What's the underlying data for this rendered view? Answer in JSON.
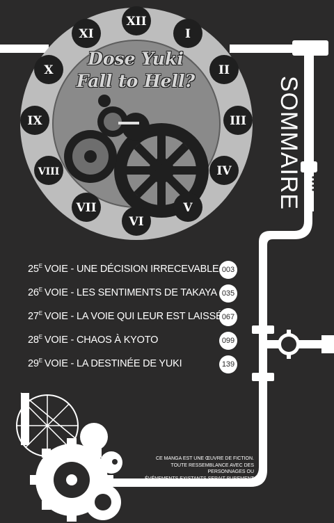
{
  "cover": {
    "title_line1": "Dose Yuki",
    "title_line2": "Fall to Hell?",
    "clock_numerals": [
      "XII",
      "I",
      "II",
      "III",
      "IV",
      "V",
      "VI",
      "VII",
      "VIII",
      "IX",
      "X",
      "XI"
    ]
  },
  "heading": "SOMMAIRE",
  "toc": [
    {
      "num": "25",
      "sup": "E",
      "text": "VOIE - UNE DÉCISION IRRECEVABLE",
      "page": "003"
    },
    {
      "num": "26",
      "sup": "E",
      "text": "VOIE - LES SENTIMENTS DE TAKAYA",
      "page": "035"
    },
    {
      "num": "27",
      "sup": "E",
      "text": "VOIE - LA VOIE QUI LEUR EST LAISSÉE",
      "page": "067"
    },
    {
      "num": "28",
      "sup": "E",
      "text": "VOIE - CHAOS À KYOTO",
      "page": "099"
    },
    {
      "num": "29",
      "sup": "E",
      "text": "VOIE - LA DESTINÉE DE YUKI",
      "page": "139"
    }
  ],
  "disclaimer": {
    "line1": "CE MANGA EST UNE ŒUVRE DE FICTION.",
    "line2": "TOUTE RESSEMBLANCE AVEC DES PERSONNAGES OU",
    "line3": "ÉVÉNEMENTS EXISTANTS SERAIT PUREMENT FORTUITE."
  },
  "colors": {
    "background": "#2b2a2a",
    "clock_ring": "#bdbdbd",
    "clock_face": "#8a8a8a",
    "ink": "#ffffff"
  }
}
